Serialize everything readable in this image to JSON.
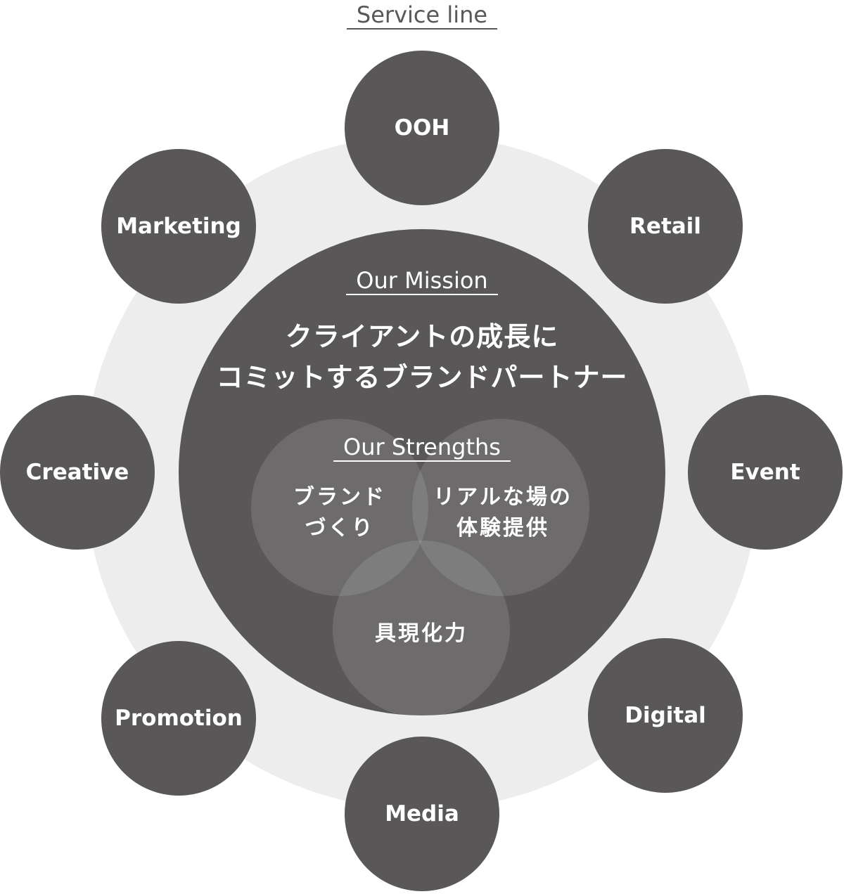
{
  "service_line": {
    "title": "Service line",
    "items": [
      "OOH",
      "Retail",
      "Event",
      "Digital",
      "Media",
      "Promotion",
      "Creative",
      "Marketing"
    ]
  },
  "mission": {
    "title": "Our Mission",
    "line1": "クライアントの成長に",
    "line2": "コミットするブランドパートナー"
  },
  "strengths": {
    "title": "Our Strengths",
    "brand_line1": "ブランド",
    "brand_line2": "づくり",
    "real_line1": "リアルな場の",
    "real_line2": "体験提供",
    "embody": "具現化力"
  },
  "colors": {
    "dark": "#595758",
    "light": "#ededed",
    "white": "#ffffff"
  }
}
